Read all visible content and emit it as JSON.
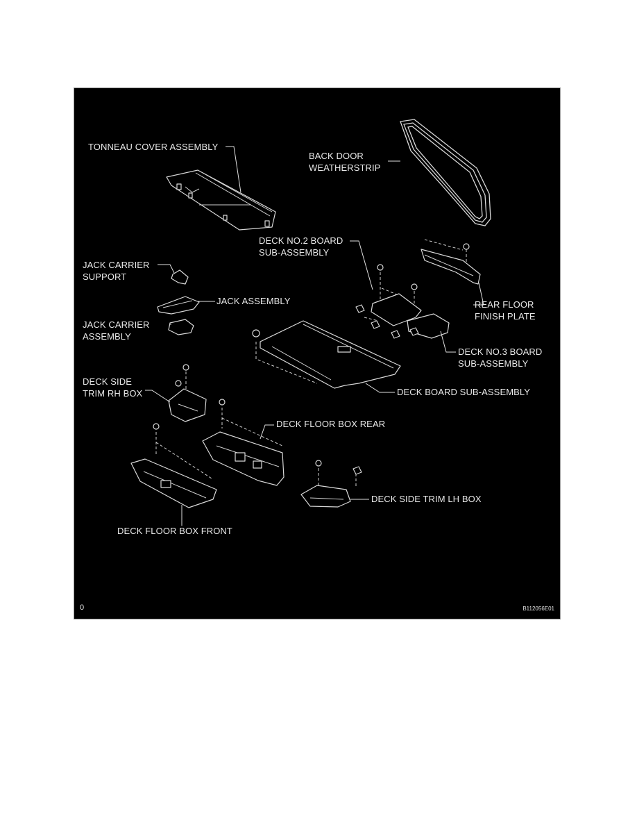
{
  "labels": {
    "tonneau_cover": "TONNEAU COVER ASSEMBLY",
    "back_door_weatherstrip": "BACK DOOR\nWEATHERSTRIP",
    "deck_no2_board": "DECK NO.2 BOARD\nSUB-ASSEMBLY",
    "jack_carrier_support": "JACK CARRIER\nSUPPORT",
    "jack_assembly": "JACK ASSEMBLY",
    "jack_carrier_assembly": "JACK CARRIER\nASSEMBLY",
    "rear_floor_finish_plate": "REAR FLOOR\nFINISH PLATE",
    "deck_no3_board": "DECK NO.3 BOARD\nSUB-ASSEMBLY",
    "deck_side_trim_rh": "DECK SIDE\nTRIM RH BOX",
    "deck_board": "DECK BOARD SUB-ASSEMBLY",
    "deck_floor_box_rear": "DECK FLOOR BOX REAR",
    "deck_side_trim_lh": "DECK SIDE TRIM LH BOX",
    "deck_floor_box_front": "DECK FLOOR BOX FRONT"
  },
  "footer": {
    "left_mark": "0",
    "figure_code": "B112056E01"
  }
}
